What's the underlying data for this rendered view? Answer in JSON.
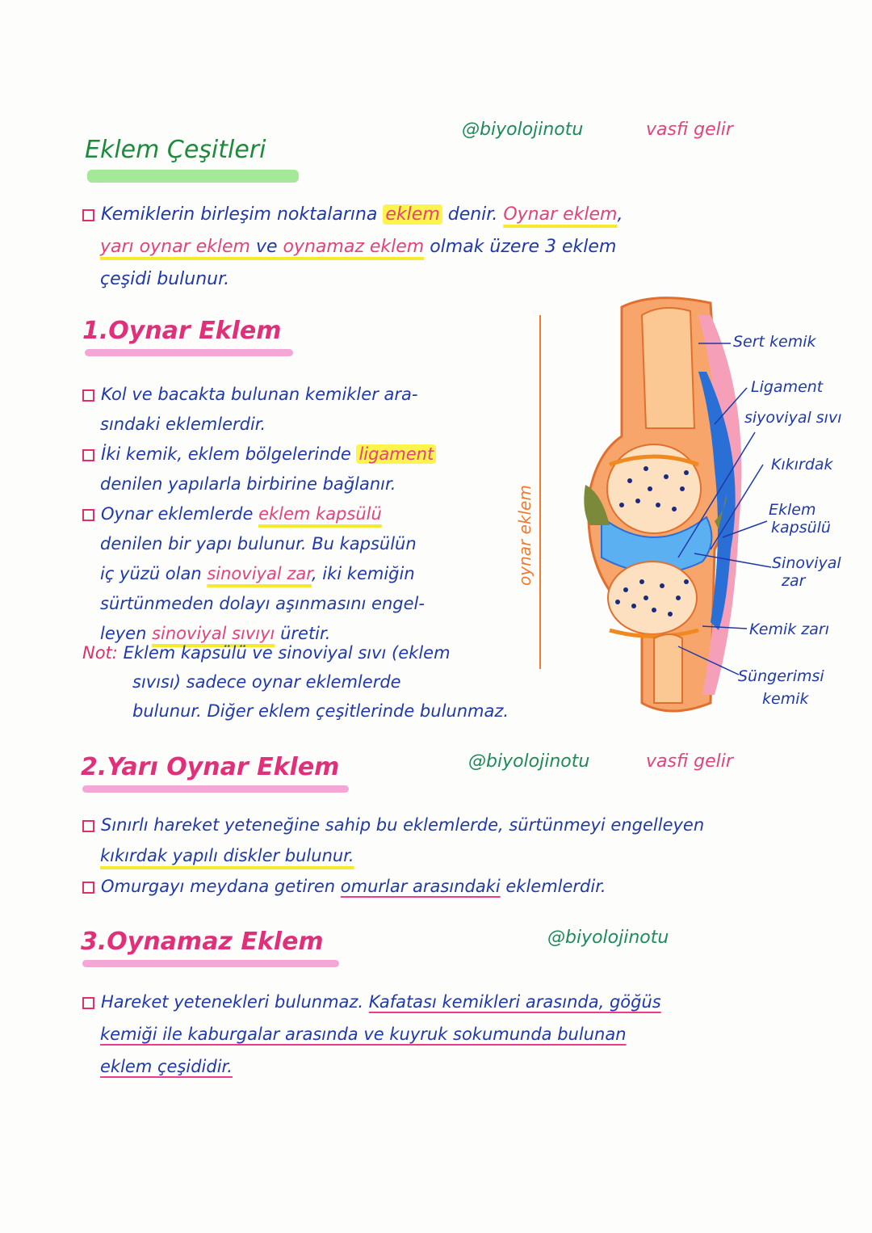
{
  "header": {
    "title": "Eklem Çeşitleri",
    "handle": "@biyolojinotu",
    "author": "vasfi gelir"
  },
  "intro": {
    "t1": "Kemiklerin birleşim noktalarına ",
    "t2": "eklem",
    "t3": " denir. ",
    "t4": "Oynar eklem",
    "t5": ",",
    "t6": "yarı oynar eklem",
    "t7": " ve ",
    "t8": "oynamaz eklem",
    "t9": " olmak üzere 3 eklem",
    "t10": "çeşidi bulunur."
  },
  "section1": {
    "heading": "1.Oynar Eklem",
    "side_label": "oynar eklem",
    "b1a": "Kol ve bacakta bulunan kemikler ara-",
    "b1b": "sındaki eklemlerdir.",
    "b2a": "İki kemik, eklem bölgelerinde ",
    "b2b": "ligament",
    "b2c": "denilen yapılarla birbirine bağlanır.",
    "b3a": "Oynar eklemlerde ",
    "b3b": "eklem kapsülü",
    "b3c": "denilen bir yapı bulunur. Bu kapsülün",
    "b3d": "iç yüzü olan ",
    "b3e": "sinoviyal zar",
    "b3f": ", iki kemiğin",
    "b3g": "sürtünmeden dolayı aşınmasını engel-",
    "b3h": "leyen ",
    "b3i": "sinoviyal sıvıyı",
    "b3j": " üretir.",
    "note_label": "Not:",
    "note1": "Eklem kapsülü ve sinoviyal sıvı (eklem",
    "note2": "sıvısı) sadece oynar eklemlerde",
    "note3": "bulunur. Diğer eklem çeşitlerinde bulunmaz."
  },
  "diagram": {
    "labels": {
      "sert": "Sert kemik",
      "ligament": "Ligament",
      "siyoviyal": "siyoviyal sıvı",
      "kikirdak": "Kıkırdak",
      "eklem1": "Eklem",
      "eklem2": "kapsülü",
      "sinoviyal1": "Sinoviyal",
      "sinoviyal2": "zar",
      "kemikzari": "Kemik zarı",
      "sunger1": "Süngerimsi",
      "sunger2": "kemik"
    }
  },
  "section2": {
    "heading": "2.Yarı Oynar Eklem",
    "handle": "@biyolojinotu",
    "author": "vasfi gelir",
    "b1a": "Sınırlı hareket yeteneğine sahip bu eklemlerde, sürtünmeyi engelleyen",
    "b1b": "kıkırdak yapılı diskler bulunur.",
    "b2a": "Omurgayı meydana getiren ",
    "b2b": "omurlar arasındaki",
    "b2c": " eklemlerdir."
  },
  "section3": {
    "heading": "3.Oynamaz Eklem",
    "handle": "@biyolojinotu",
    "b1a": "Hareket yetenekleri bulunmaz. ",
    "b1b": "Kafatası kemikleri arasında, göğüs",
    "b1c": "kemiği ile kaburgalar arasında ve kuyruk sokumunda bulunan",
    "b1d": "eklem çeşididir."
  }
}
